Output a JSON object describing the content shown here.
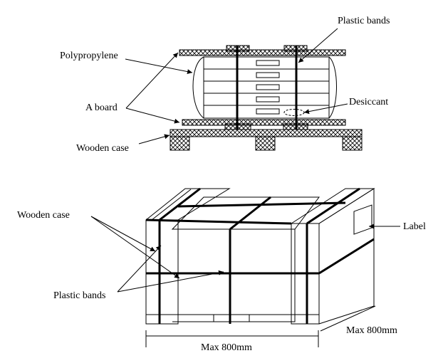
{
  "top_diagram": {
    "labels": {
      "plastic_bands": "Plastic bands",
      "polypropylene": "Polypropylene",
      "a_board": "A board",
      "desiccant": "Desiccant",
      "wooden_case": "Wooden case"
    }
  },
  "bottom_diagram": {
    "labels": {
      "wooden_case": "Wooden case",
      "plastic_bands": "Plastic bands",
      "label": "Label",
      "width_dimension": "Max 800mm",
      "depth_dimension": "Max 800mm"
    }
  }
}
